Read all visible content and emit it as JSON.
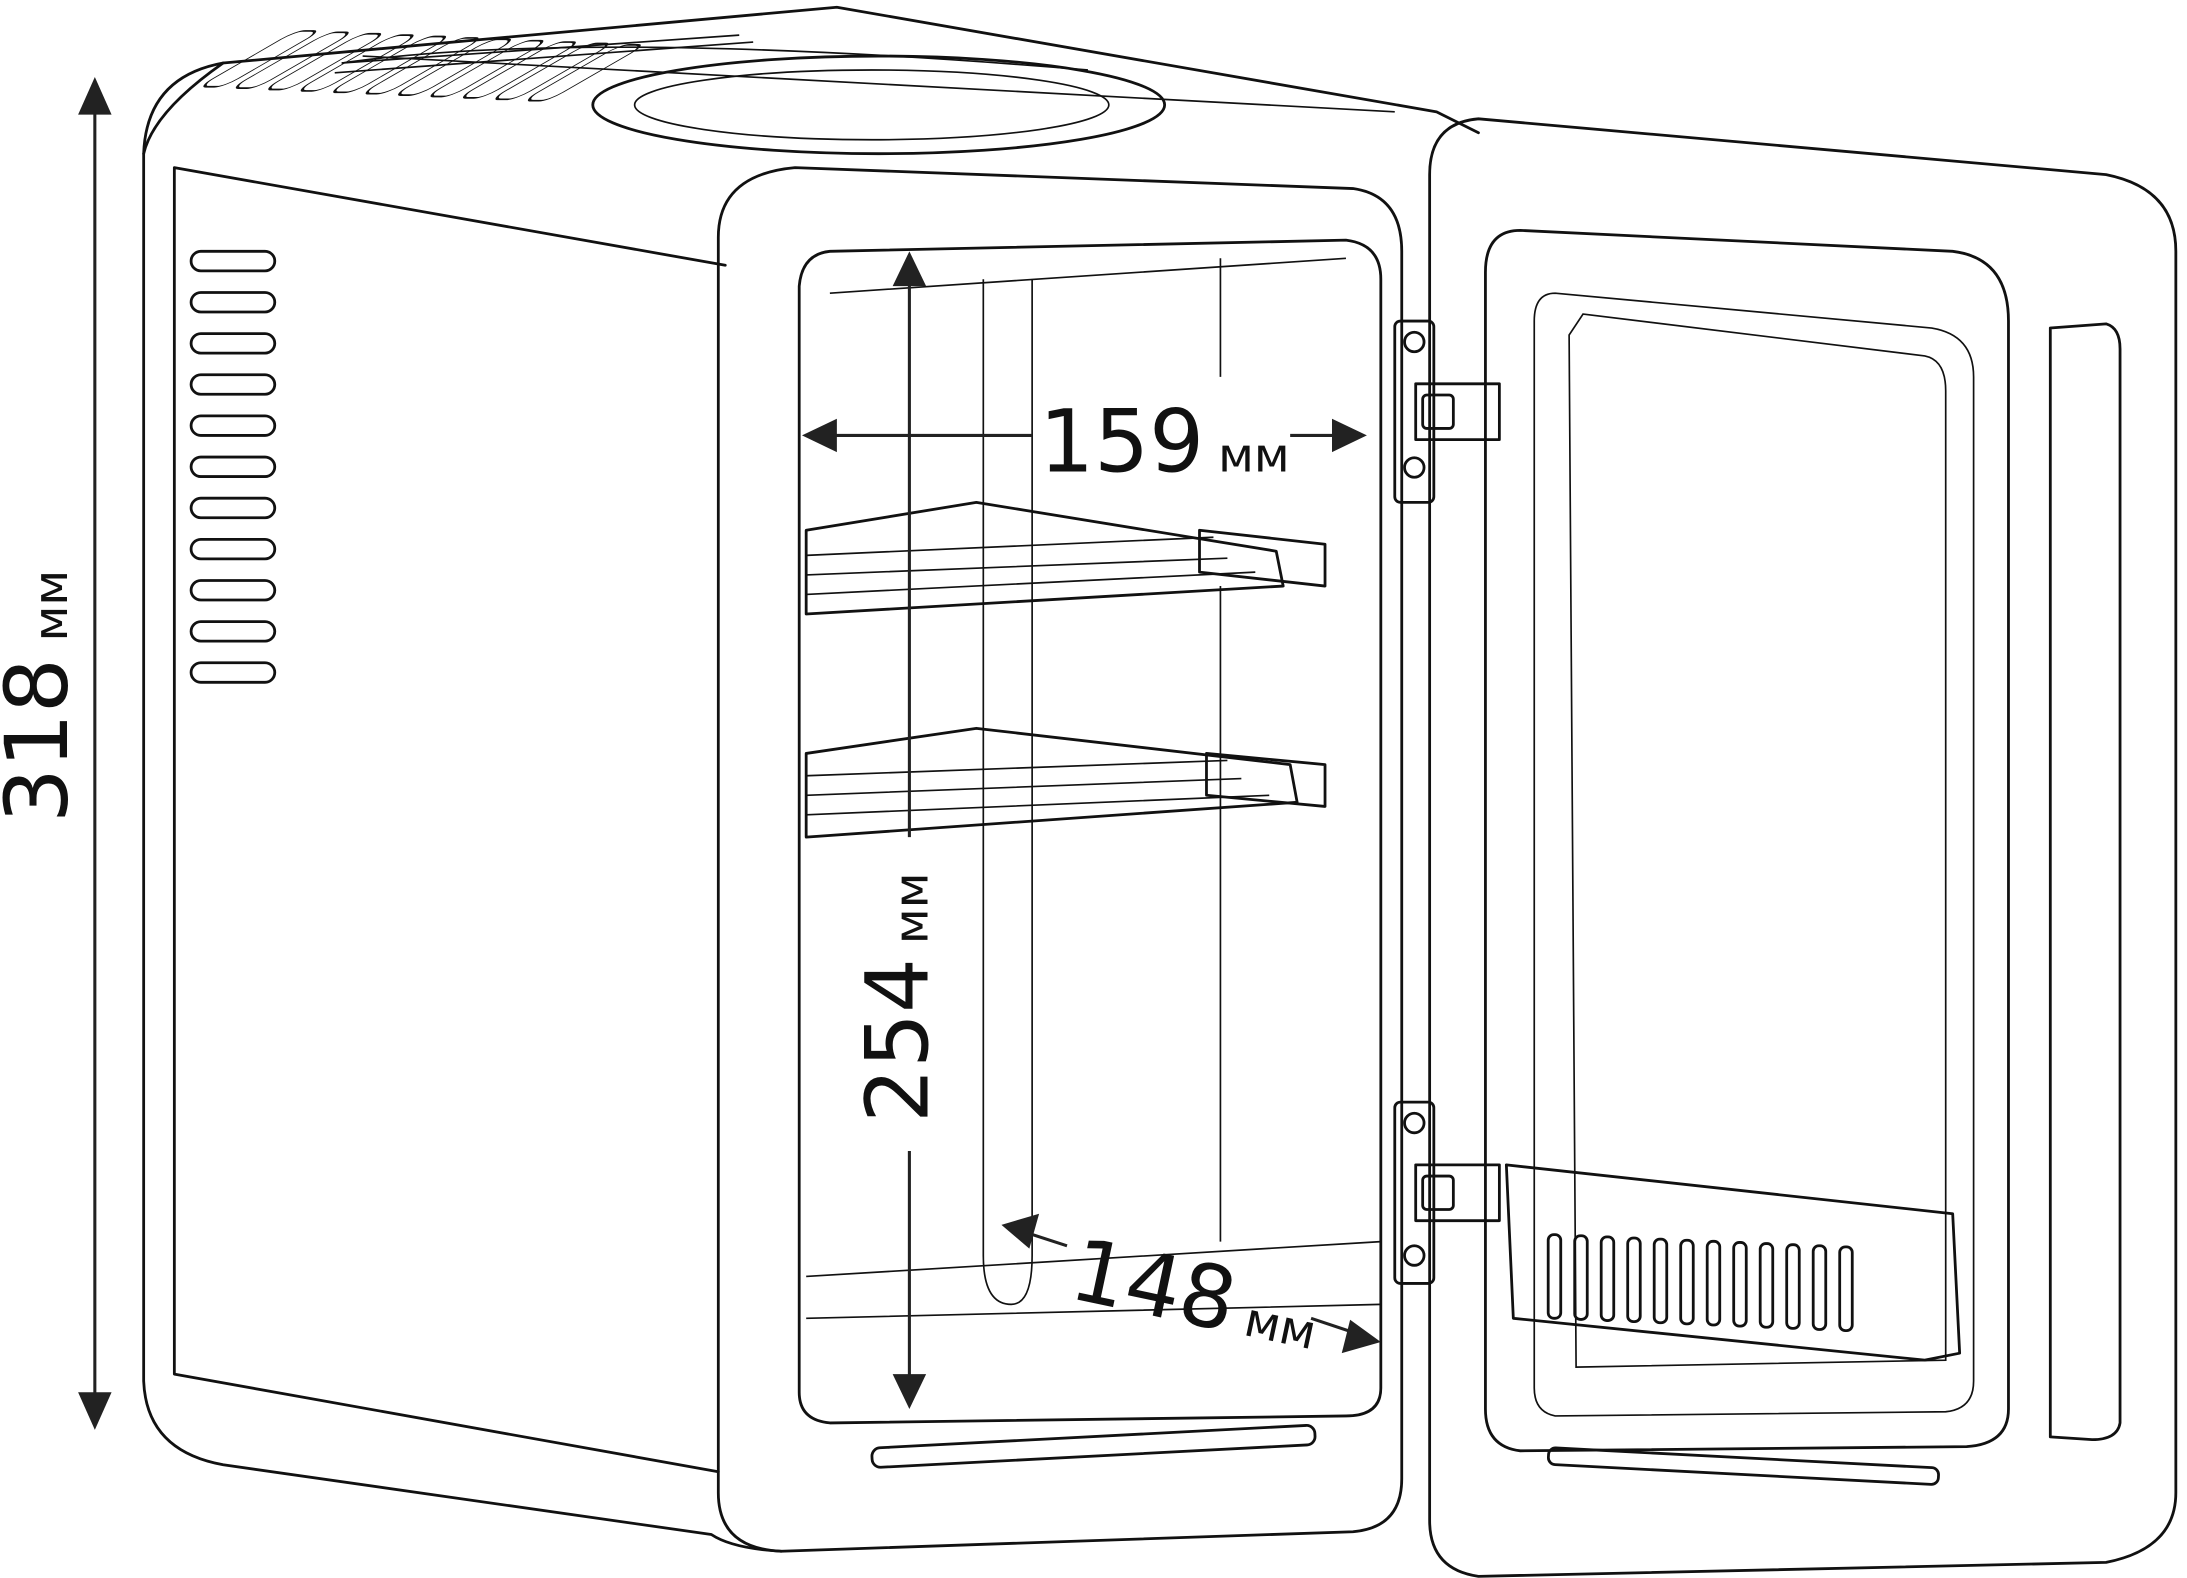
{
  "title": "Mini fridge dimensions drawing",
  "dimensions": {
    "height": {
      "value": "318",
      "unit": "мм"
    },
    "inner_width": {
      "value": "159",
      "unit": "мм"
    },
    "inner_height": {
      "value": "254",
      "unit": "мм"
    },
    "inner_depth": {
      "value": "148",
      "unit": "мм"
    }
  }
}
